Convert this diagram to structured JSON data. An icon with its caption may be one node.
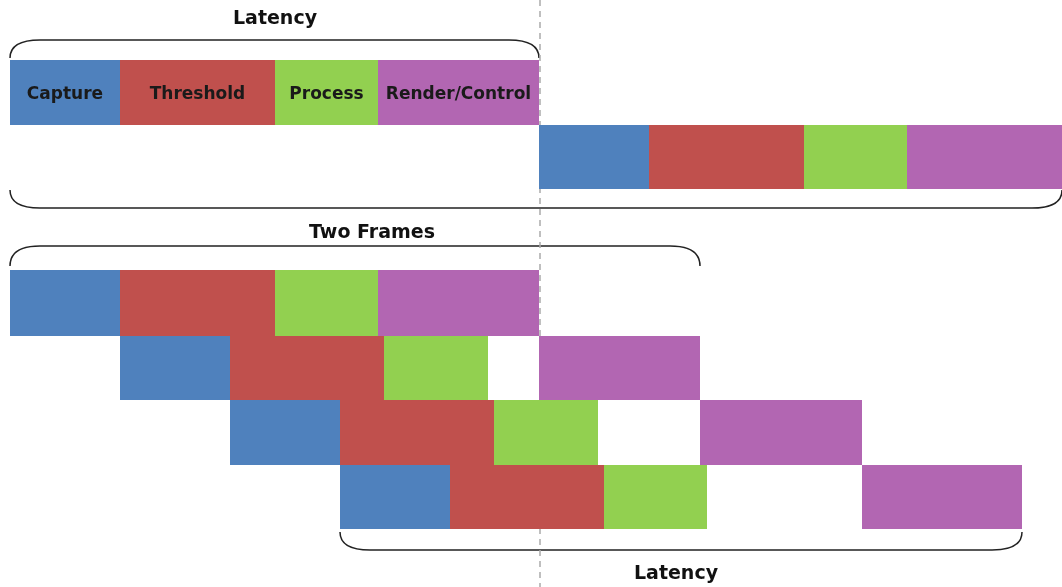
{
  "diagram": {
    "nodes": [
      {
        "text": [
          "Capture"
        ]
      },
      {
        "text": [
          "Threshold"
        ]
      },
      {
        "text": [
          "Process"
        ]
      },
      {
        "text": [
          "Render/Control"
        ]
      },
      {
        "text": [],
        "shape": "bar"
      },
      {
        "text": [],
        "shape": "bar"
      },
      {
        "text": [],
        "shape": "bar"
      },
      {
        "text": [],
        "shape": "bar"
      },
      {
        "text": [],
        "shape": "bar"
      },
      {
        "text": [],
        "shape": "bar"
      },
      {
        "text": [],
        "shape": "bar"
      },
      {
        "text": [],
        "shape": "bar"
      },
      {
        "text": [],
        "shape": "bar"
      },
      {
        "text": [],
        "shape": "bar"
      },
      {
        "text": [],
        "shape": "bar"
      },
      {
        "text": [],
        "shape": "bar"
      },
      {
        "text": [],
        "shape": "bar"
      },
      {
        "text": [],
        "shape": "bar"
      },
      {
        "text": [],
        "shape": "bar"
      },
      {
        "text": [],
        "shape": "bar"
      },
      {
        "text": [],
        "shape": "bar"
      },
      {
        "text": [],
        "shape": "bar"
      },
      {
        "text": [],
        "shape": "bar"
      },
      {
        "text": [],
        "shape": "bar"
      }
    ],
    "edges": [],
    "labels": [
      "Latency",
      "Two Frames",
      "Latency"
    ]
  }
}
